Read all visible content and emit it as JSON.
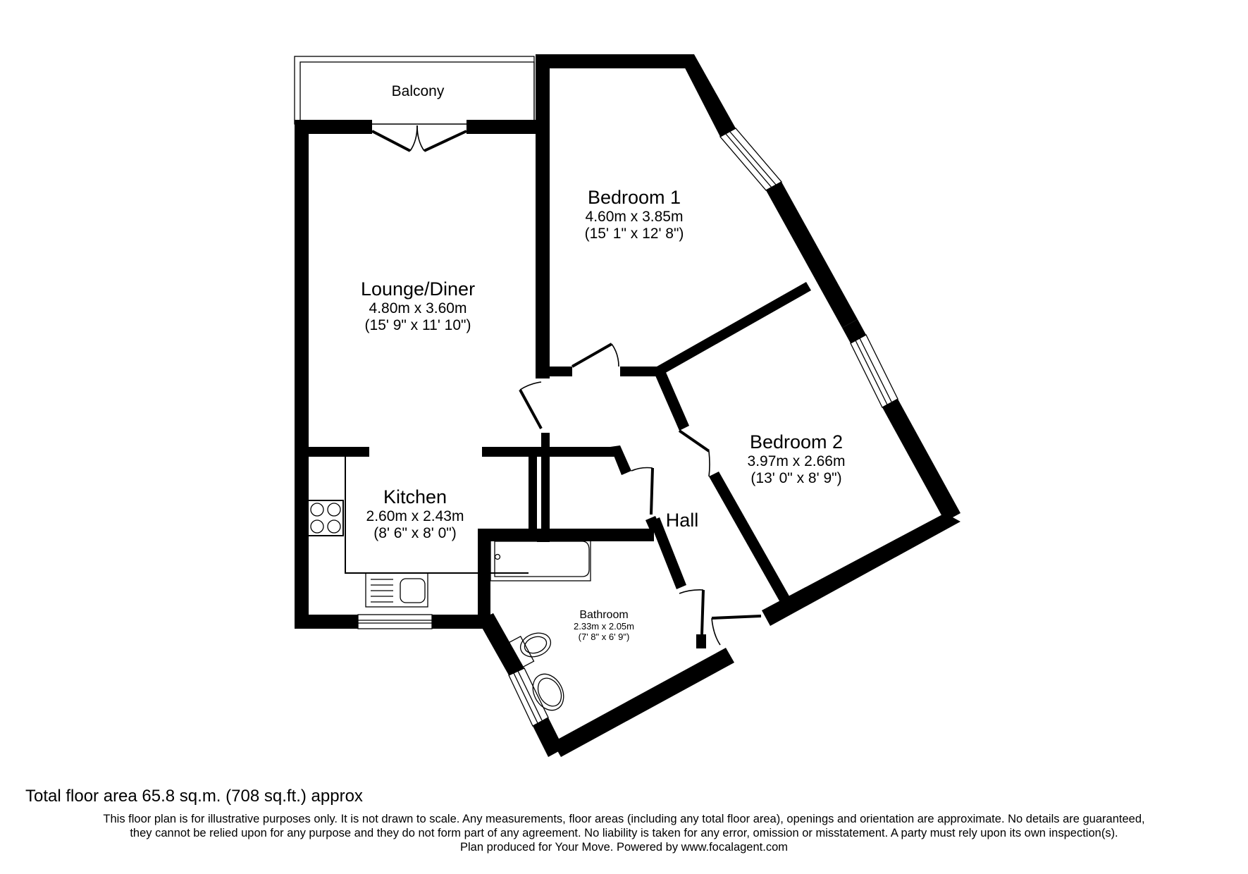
{
  "plan": {
    "rooms": [
      {
        "id": "balcony",
        "name": "Balcony"
      },
      {
        "id": "lounge_diner",
        "name": "Lounge/Diner",
        "metric": "4.80m x 3.60m",
        "imperial": "(15' 9\" x 11' 10\")"
      },
      {
        "id": "bedroom1",
        "name": "Bedroom 1",
        "metric": "4.60m x 3.85m",
        "imperial": "(15' 1\" x 12' 8\")"
      },
      {
        "id": "bedroom2",
        "name": "Bedroom 2",
        "metric": "3.97m x 2.66m",
        "imperial": "(13' 0\" x 8' 9\")"
      },
      {
        "id": "kitchen",
        "name": "Kitchen",
        "metric": "2.60m x 2.43m",
        "imperial": "(8' 6\" x 8' 0\")"
      },
      {
        "id": "hall",
        "name": "Hall"
      },
      {
        "id": "bathroom",
        "name": "Bathroom",
        "metric": "2.33m x 2.05m",
        "imperial": "(7' 8\" x 6' 9\")"
      }
    ],
    "fixtures": [
      "hob-icon",
      "sink-icon",
      "bath-icon",
      "toilet-icon",
      "basin-icon",
      "window-icon",
      "door-icon"
    ],
    "colors": {
      "wall": "#000000",
      "background": "#ffffff"
    }
  },
  "footer": {
    "total_area": "Total floor area 65.8 sq.m. (708 sq.ft.) approx",
    "disclaimer_lines": [
      "This floor plan is for illustrative purposes only. It is not drawn to scale. Any measurements, floor areas (including any total floor area), openings and orientation are approximate. No details are guaranteed,",
      "they cannot be relied upon for any purpose and they do not form part of any agreement. No liability is taken for any error, omission or misstatement. A party must rely upon its own inspection(s).",
      "Plan produced for Your Move. Powered by www.focalagent.com"
    ]
  }
}
